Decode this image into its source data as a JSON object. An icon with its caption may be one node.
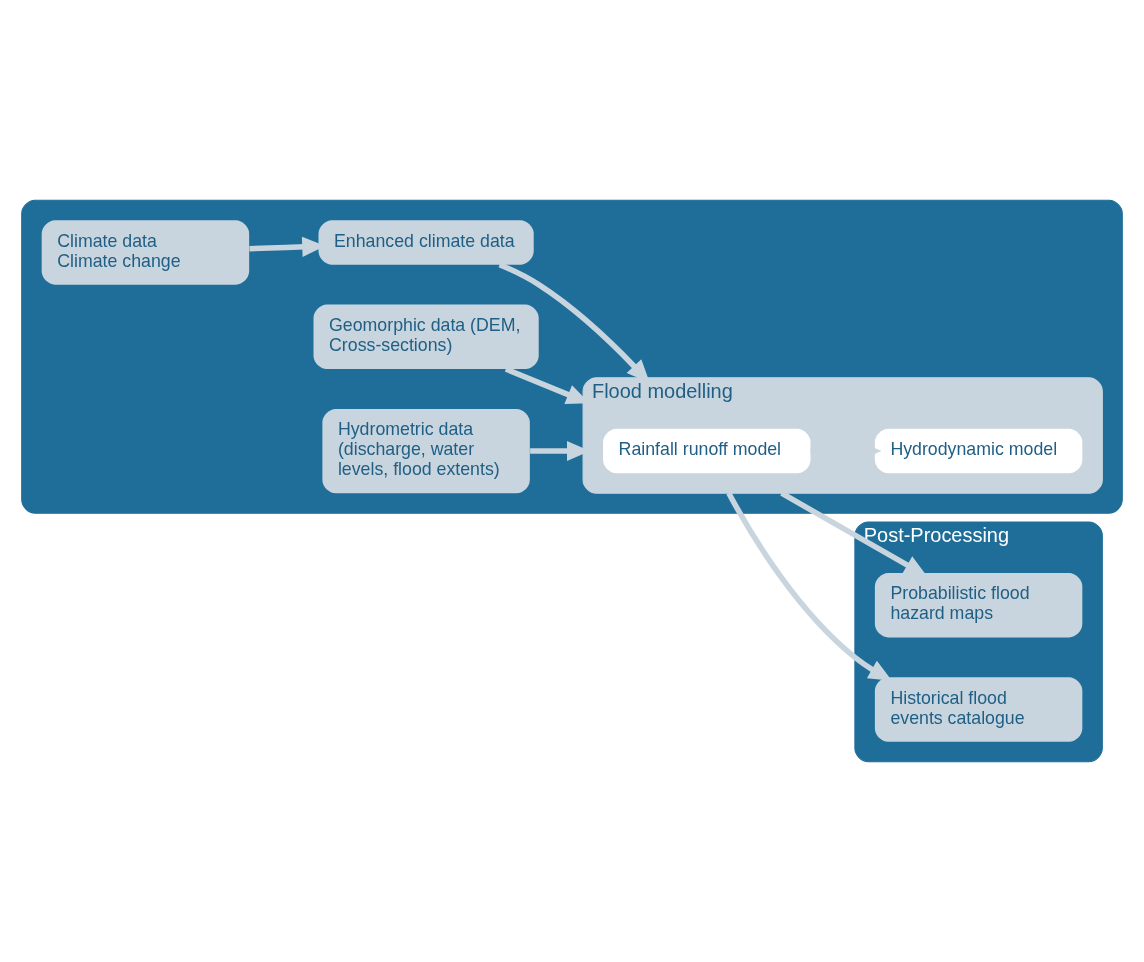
{
  "diagram": {
    "nodes": [
      {
        "text": [],
        "shape": "box"
      },
      {
        "text": [
          "Climate data",
          "Climate change"
        ],
        "in": 0
      },
      {
        "text": [
          "Geomorphic data (DEM, Cross-sections)"
        ],
        "in": 0
      },
      {
        "text": [
          "Enhanced climate data"
        ],
        "in": 0
      },
      {
        "text": [
          "Flood modelling"
        ],
        "in": 0
      },
      {
        "text": [
          "Rainfall runoff model"
        ],
        "in": 4
      },
      {
        "text": [
          "Hydrodynamic model"
        ],
        "in": 4
      },
      {
        "text": [
          "Hydrometric data (discharge, water levels, flood extents)"
        ],
        "in": 0
      },
      {
        "text": [
          "Post-Processing"
        ]
      },
      {
        "text": [
          "Probabilistic flood hazard maps"
        ],
        "in": 8
      },
      {
        "text": [
          "Historical flood events catalogue"
        ],
        "in": 8
      }
    ],
    "edges": [
      {
        "from": 1,
        "to": 3,
        "arrow": "to"
      },
      {
        "from": 2,
        "to": 4,
        "arrow": "to"
      },
      {
        "from": 3,
        "to": 4,
        "arrow": "to"
      },
      {
        "from": 7,
        "to": 4,
        "arrow": "to"
      },
      {
        "from": 5,
        "to": 6,
        "arrow": "to"
      },
      {
        "from": 4,
        "to": 9,
        "arrow": "to"
      },
      {
        "from": 4,
        "to": 10,
        "arrow": "to"
      }
    ]
  }
}
